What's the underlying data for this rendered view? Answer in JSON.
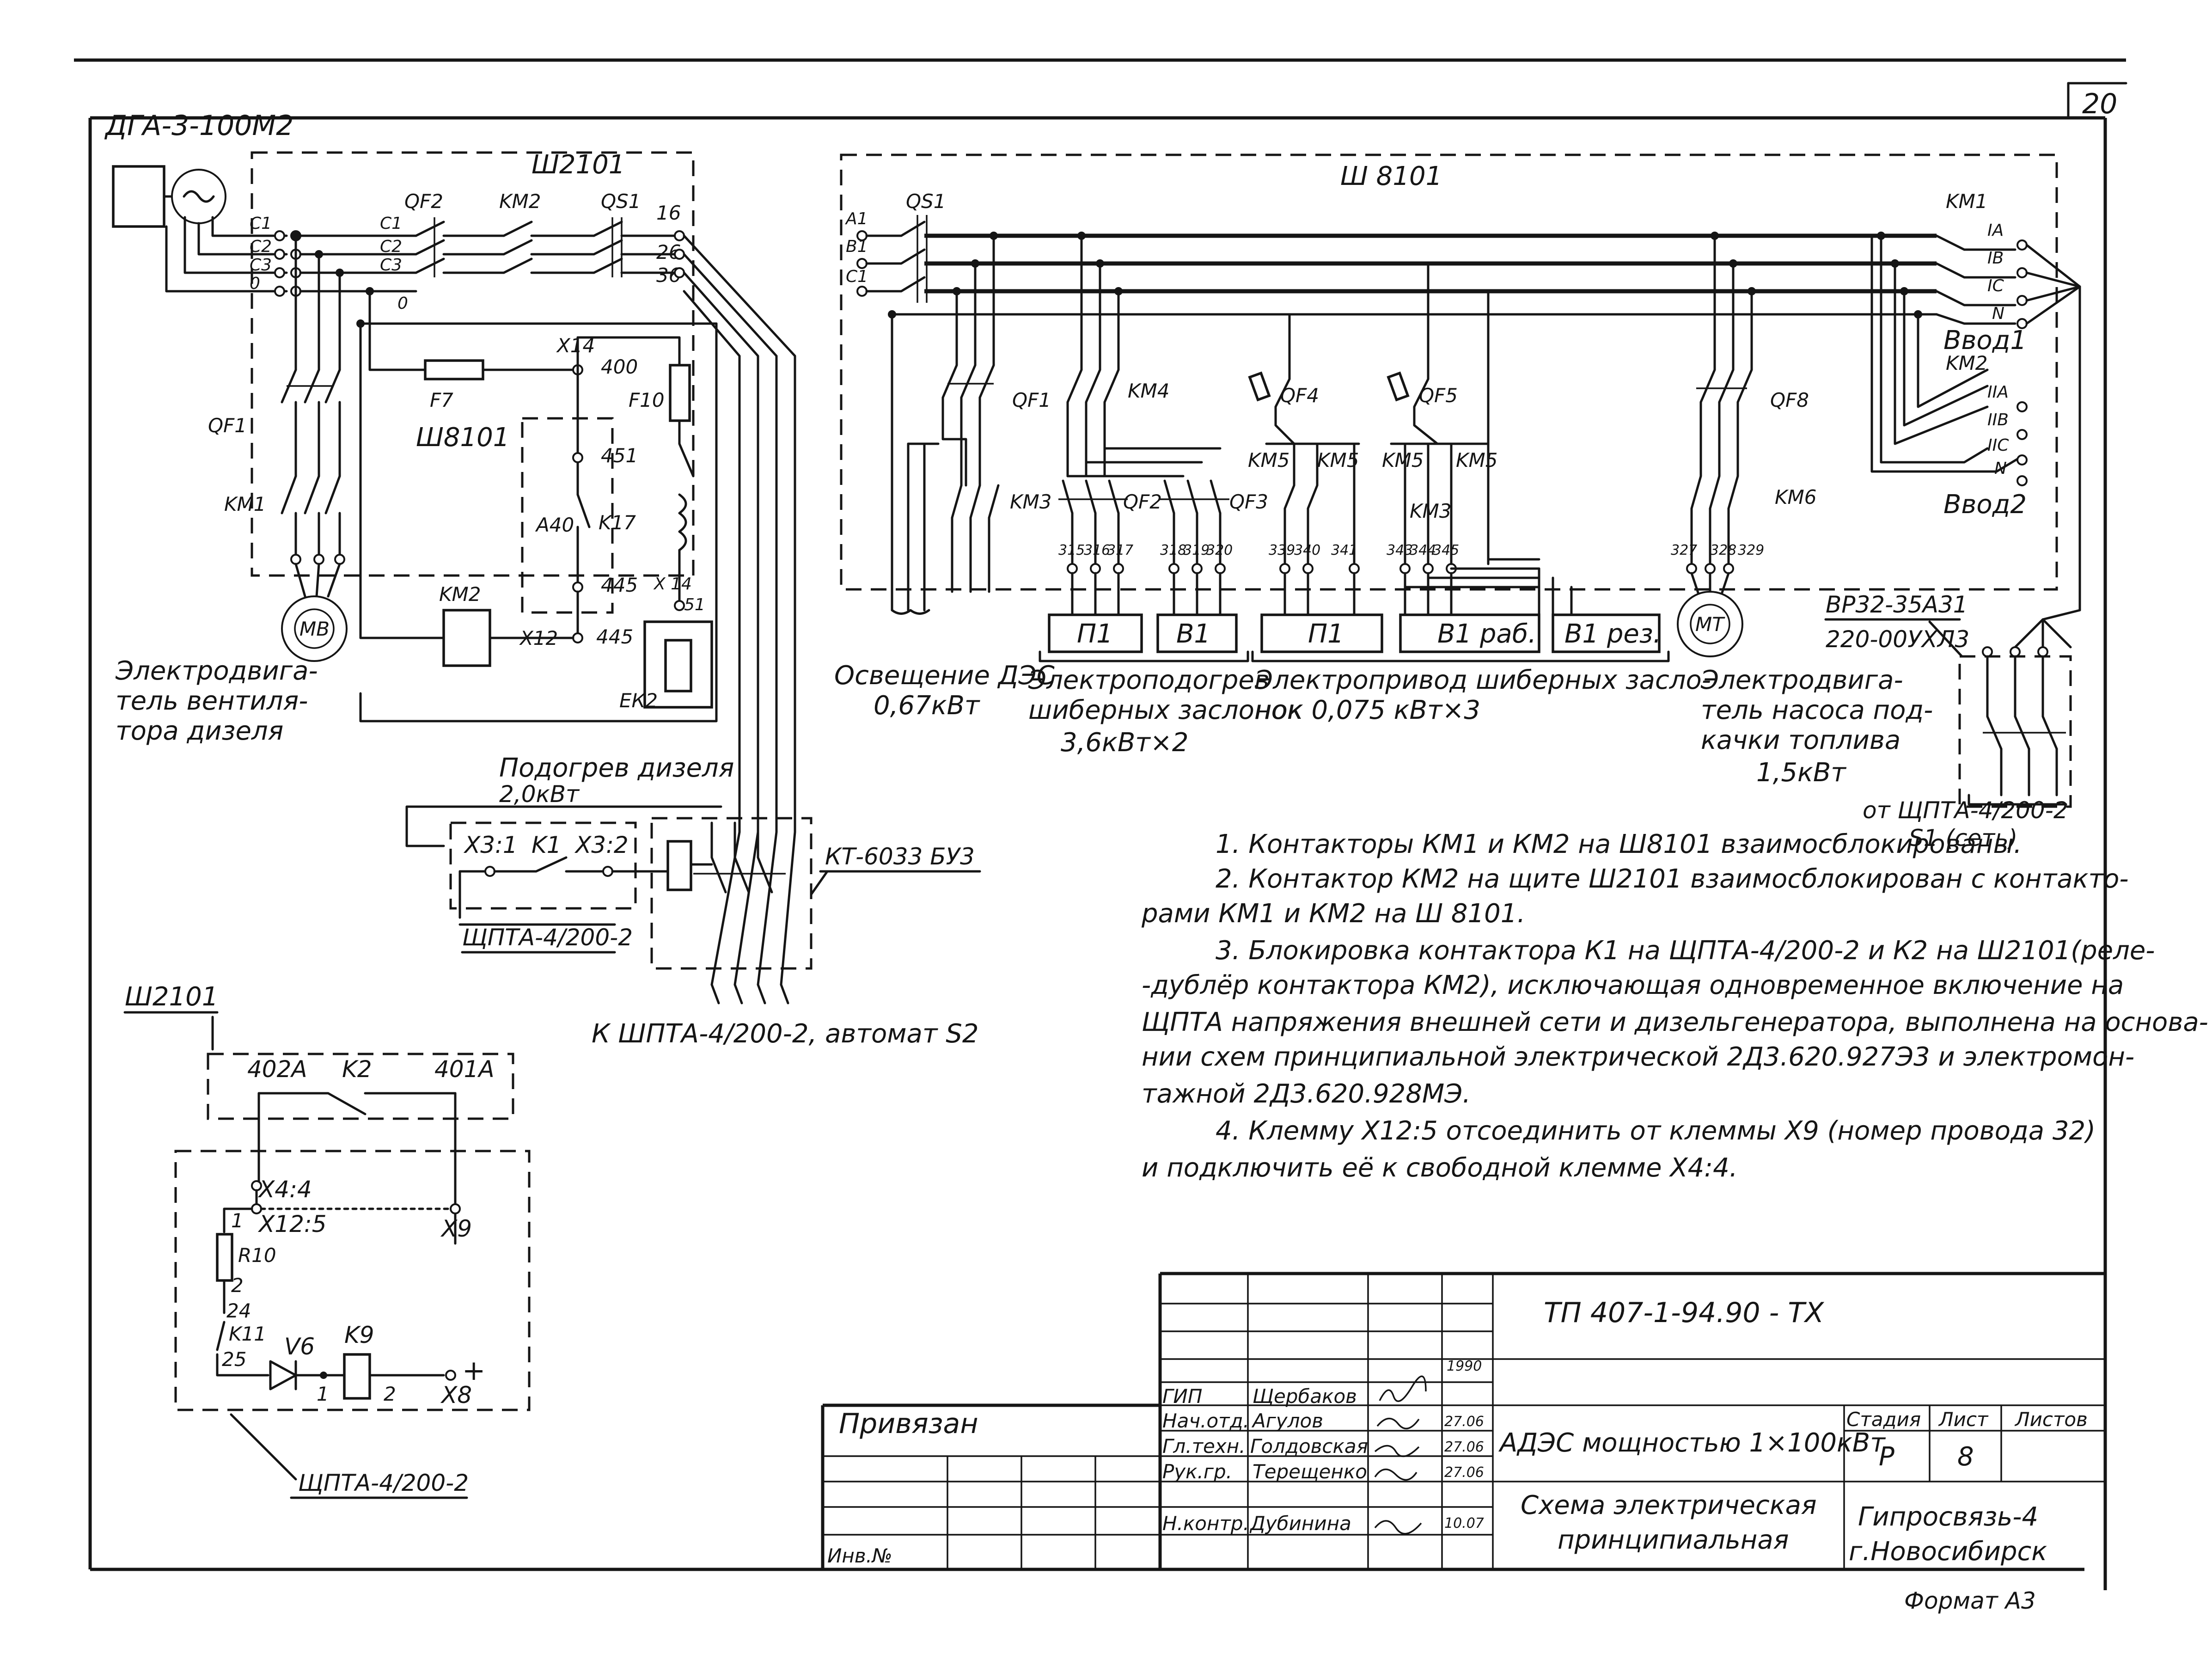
{
  "sheet": {
    "page_number": "20",
    "format": "Формат А3"
  },
  "generator_section": {
    "generator_label": "ДГА-3-100М2",
    "cabinet_label": "Ш2101",
    "phase_terminals": [
      "C1",
      "C2",
      "C3",
      "0"
    ],
    "breaker_terminals": [
      "C1",
      "C2",
      "C3",
      "0"
    ],
    "qf2": "QF2",
    "km2": "KM2",
    "qs1": "QS1",
    "outputs": [
      "16",
      "26",
      "36"
    ],
    "qf1": "QF1",
    "km1": "KM1",
    "motor_symbol": "МВ",
    "motor_caption": [
      "Электродвига-",
      "тель вентиля-",
      "тора дизеля"
    ],
    "f7": "F7",
    "x14_top": "X14",
    "node_400": "400",
    "f10": "F10",
    "cabinet_inner": "Ш8101",
    "node_451": "451",
    "a40": "А40",
    "k17": "K17",
    "node_445_top": "445",
    "km2_coil": "KM2",
    "x12": "X12",
    "node_445_bottom": "445",
    "x14_bottom": "X 14",
    "node_51": "51",
    "ek2": "ЕК2",
    "heater_caption": [
      "Подогрев дизеля",
      "2,0кВт"
    ]
  },
  "distribution_section": {
    "cabinet_label": "Ш 8101",
    "qs1": "QS1",
    "phase_terminals": [
      "A1",
      "B1",
      "C1"
    ],
    "breakers": {
      "qf1": "QF1",
      "km4": "KM4",
      "km3_a": "KM3",
      "qf2": "QF2",
      "qf3": "QF3",
      "qf4": "QF4",
      "qf5": "QF5",
      "km5_a": "KM5",
      "km5_b": "KM5",
      "km5_c": "KM5",
      "km5_d": "KM5",
      "km3_b": "KM3",
      "qf8": "QF8",
      "km6": "KM6"
    },
    "terminal_numbers": [
      "315",
      "316",
      "317",
      "318",
      "319",
      "320",
      "339",
      "340",
      "341",
      "343",
      "344",
      "345",
      "327",
      "328",
      "329"
    ],
    "loads": [
      "П1",
      "В1",
      "П1",
      "В1 раб.",
      "В1 рез."
    ],
    "fuel_motor": "МТ",
    "lighting_caption": [
      "Освещение ДЭС",
      "0,67кВт"
    ],
    "heating_caption": [
      "Электроподогрев",
      "шиберных заслонок",
      "3,6кВт×2"
    ],
    "actuator_caption": [
      "Электропривод шиберных засло-",
      "нок  0,075 кВт×3"
    ],
    "pump_caption": [
      "Электродвига-",
      "тель насоса под-",
      "качки топлива",
      "1,5кВт"
    ]
  },
  "inputs_section": {
    "km1": "KM1",
    "km1_phases": [
      "IA",
      "IB",
      "IC",
      "N"
    ],
    "input1": "Ввод1",
    "km2": "KM2",
    "km2_phases": [
      "IIA",
      "IIB",
      "IIC",
      "N"
    ],
    "input2": "Ввод2",
    "switch_label": [
      "ВР32-35А31",
      "220-00УХЛ3"
    ],
    "source_caption": [
      "от ЩПТА-4/200-2",
      "S1 (сеть)"
    ]
  },
  "relay_section": {
    "x3_1": "X3:1",
    "k1": "K1",
    "x3_2": "X3:2",
    "panel": "ЩПТА-4/200-2",
    "kt": "КТ-6033 БУ3",
    "bottom_caption": "К ШПТА-4/200-2, автомат S2"
  },
  "interlock_section": {
    "cabinet_label": "Ш2101",
    "node_402a": "402А",
    "k2": "K2",
    "node_401a": "401А",
    "x4_4": "X4:4",
    "x12_5": "X12:5",
    "x9": "X9",
    "pin_1": "1",
    "r10": "R10",
    "pin_2": "2",
    "node_24": "24",
    "k11": "K11",
    "node_25": "25",
    "v6": "V6",
    "k9": "K9",
    "lead_1": "1",
    "lead_2": "2",
    "x8": "X8",
    "plus": "+",
    "panel": "ЩПТА-4/200-2"
  },
  "notes": [
    "1. Контакторы КМ1 и КМ2 на Ш8101 взаимосблокированы.",
    "2. Контактор КМ2 на щите Ш2101 взаимосблокирован с контакто-",
    "рами КМ1 и КМ2  на Ш 8101.",
    "3. Блокировка контактора К1 на ЩПТА-4/200-2 и К2 на Ш2101(реле-",
    "-дублёр контактора КМ2), исключающая одновременное включение на",
    "ЩПТА напряжения внешней сети и дизельгенератора, выполнена на основа-",
    "нии схем принципиальной электрической  2Д3.620.927Э3 и электромон-",
    "тажной 2Д3.620.928МЭ.",
    "4. Клемму  Х12:5  отсоединить  от  клеммы  Х9  (номер провода 32)",
    "и подключить её к свободной клемме Х4:4."
  ],
  "title_block": {
    "doc_code": "ТП 407-1-94.90 - ТХ",
    "year": "1990",
    "roles": [
      "ГИП",
      "Нач.отд.",
      "Гл.техн.",
      "Рук.гр.",
      "Н.контр."
    ],
    "names": [
      "Щербаков",
      "Агулов",
      "Голдовская",
      "Терещенко",
      "Дубинина"
    ],
    "dates": [
      "",
      "27.06",
      "27.06",
      "27.06",
      "10.07"
    ],
    "privyazan": "Привязан",
    "inv": "Инв.№",
    "object_name": "АДЭС мощностью 1×100кВт",
    "drawing_name": [
      "Схема электрическая",
      "принципиальная"
    ],
    "col_headers": [
      "Стадия",
      "Лист",
      "Листов"
    ],
    "stage": "Р",
    "sheet_no": "8",
    "org": [
      "Гипросвязь-4",
      "г.Новосибирск"
    ]
  }
}
